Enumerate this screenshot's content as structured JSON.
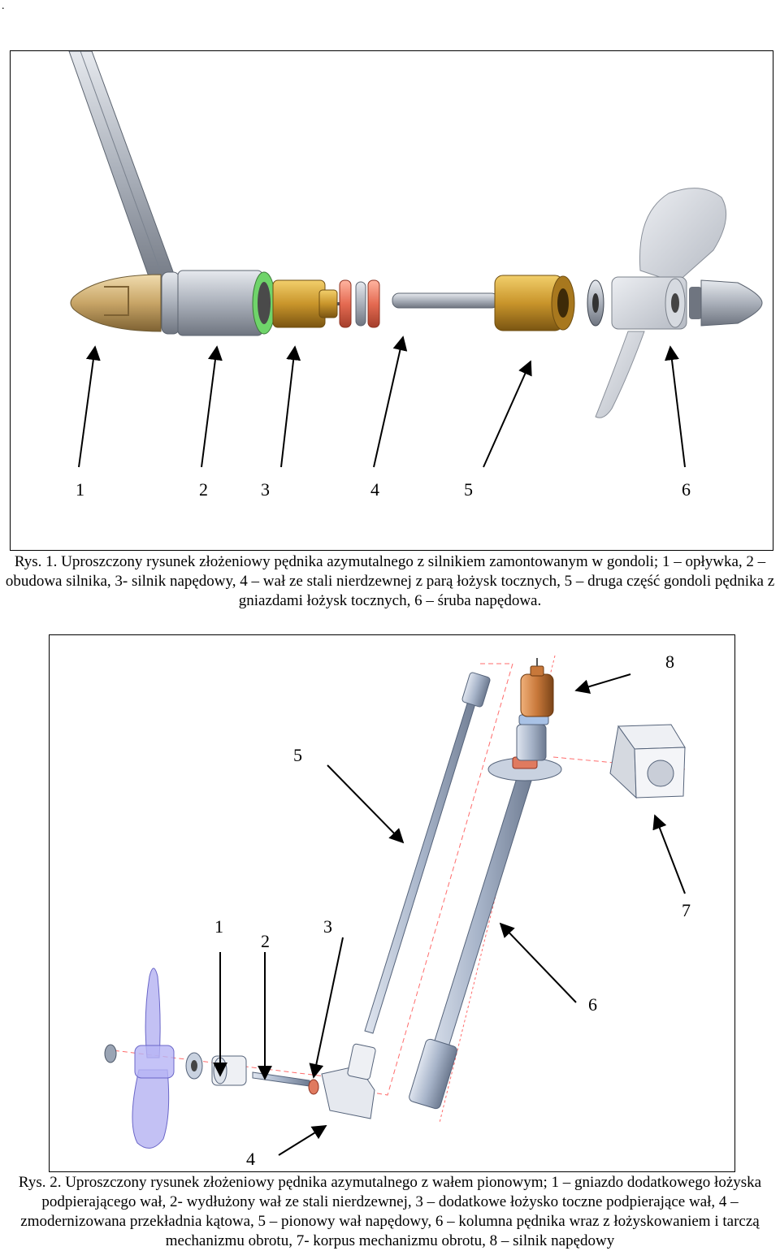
{
  "page": {
    "top_mark": "."
  },
  "figure1": {
    "labels": [
      "1",
      "2",
      "3",
      "4",
      "5",
      "6"
    ],
    "caption": "Rys. 1. Uproszczony rysunek złożeniowy pędnika azymutalnego z silnikiem zamontowanym w gondoli; 1 – opływka, 2 – obudowa silnika, 3- silnik napędowy, 4 – wał ze stali nierdzewnej z parą łożysk tocznych, 5 – druga część gondoli pędnika z gniazdami łożysk tocznych, 6 – śruba napędowa.",
    "colors": {
      "steel": "#b9bfc8",
      "brass": "#c9952b",
      "copper_ring": "#e07a5f",
      "bronze_cone": "#c8a567",
      "motor_green": "#6fd46a"
    }
  },
  "figure2": {
    "labels": [
      "1",
      "2",
      "3",
      "4",
      "5",
      "6",
      "7",
      "8"
    ],
    "caption": "Rys. 2. Uproszczony rysunek złożeniowy pędnika azymutalnego z wałem pionowym; 1 – gniazdo dodatkowego łożyska podpierającego wał, 2- wydłużony wał ze stali nierdzewnej, 3 – dodatkowe łożysko toczne podpierające wał, 4 – zmodernizowana przekładnia kątowa, 5 – pionowy wał napędowy, 6 – kolumna pędnika wraz z łożyskowaniem i tarczą mechanizmu obrotu, 7- korpus mechanizmu obrotu, 8 – silnik napędowy",
    "colors": {
      "steel": "#a7b4c9",
      "propeller": "#a9a6f0",
      "motor": "#c8783a",
      "dash": "#ff6b6b"
    }
  }
}
